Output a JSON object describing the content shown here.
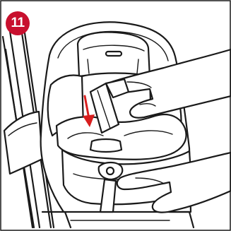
{
  "step": {
    "number": "11",
    "badge_color": "#c8102e"
  },
  "arrow": {
    "direction": "down",
    "color": "#d81e1e"
  },
  "illustration": {
    "icon": "car-seat-harness-adjust-illustration"
  }
}
